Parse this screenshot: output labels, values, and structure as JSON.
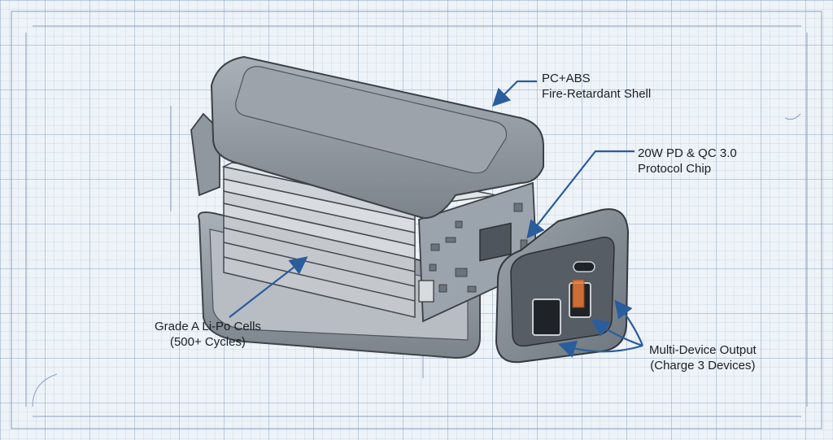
{
  "callouts": {
    "shell": {
      "line1": "PC+ABS",
      "line2": "Fire-Retardant Shell"
    },
    "chip": {
      "line1": "20W PD & QC 3.0",
      "line2": "Protocol Chip"
    },
    "cells": {
      "line1": "Grade A Li-Po Cells",
      "line2": "(500+ Cycles)"
    },
    "output": {
      "line1": "Multi-Device Output",
      "line2": "(Charge 3 Devices)"
    }
  },
  "colors": {
    "arrow": "#2a5d9c",
    "shell": "#8f979f",
    "shell_dark": "#5f666d",
    "cells": "#c9cdd2",
    "pcb": "#9aa3ab",
    "grid": "#7896be"
  }
}
